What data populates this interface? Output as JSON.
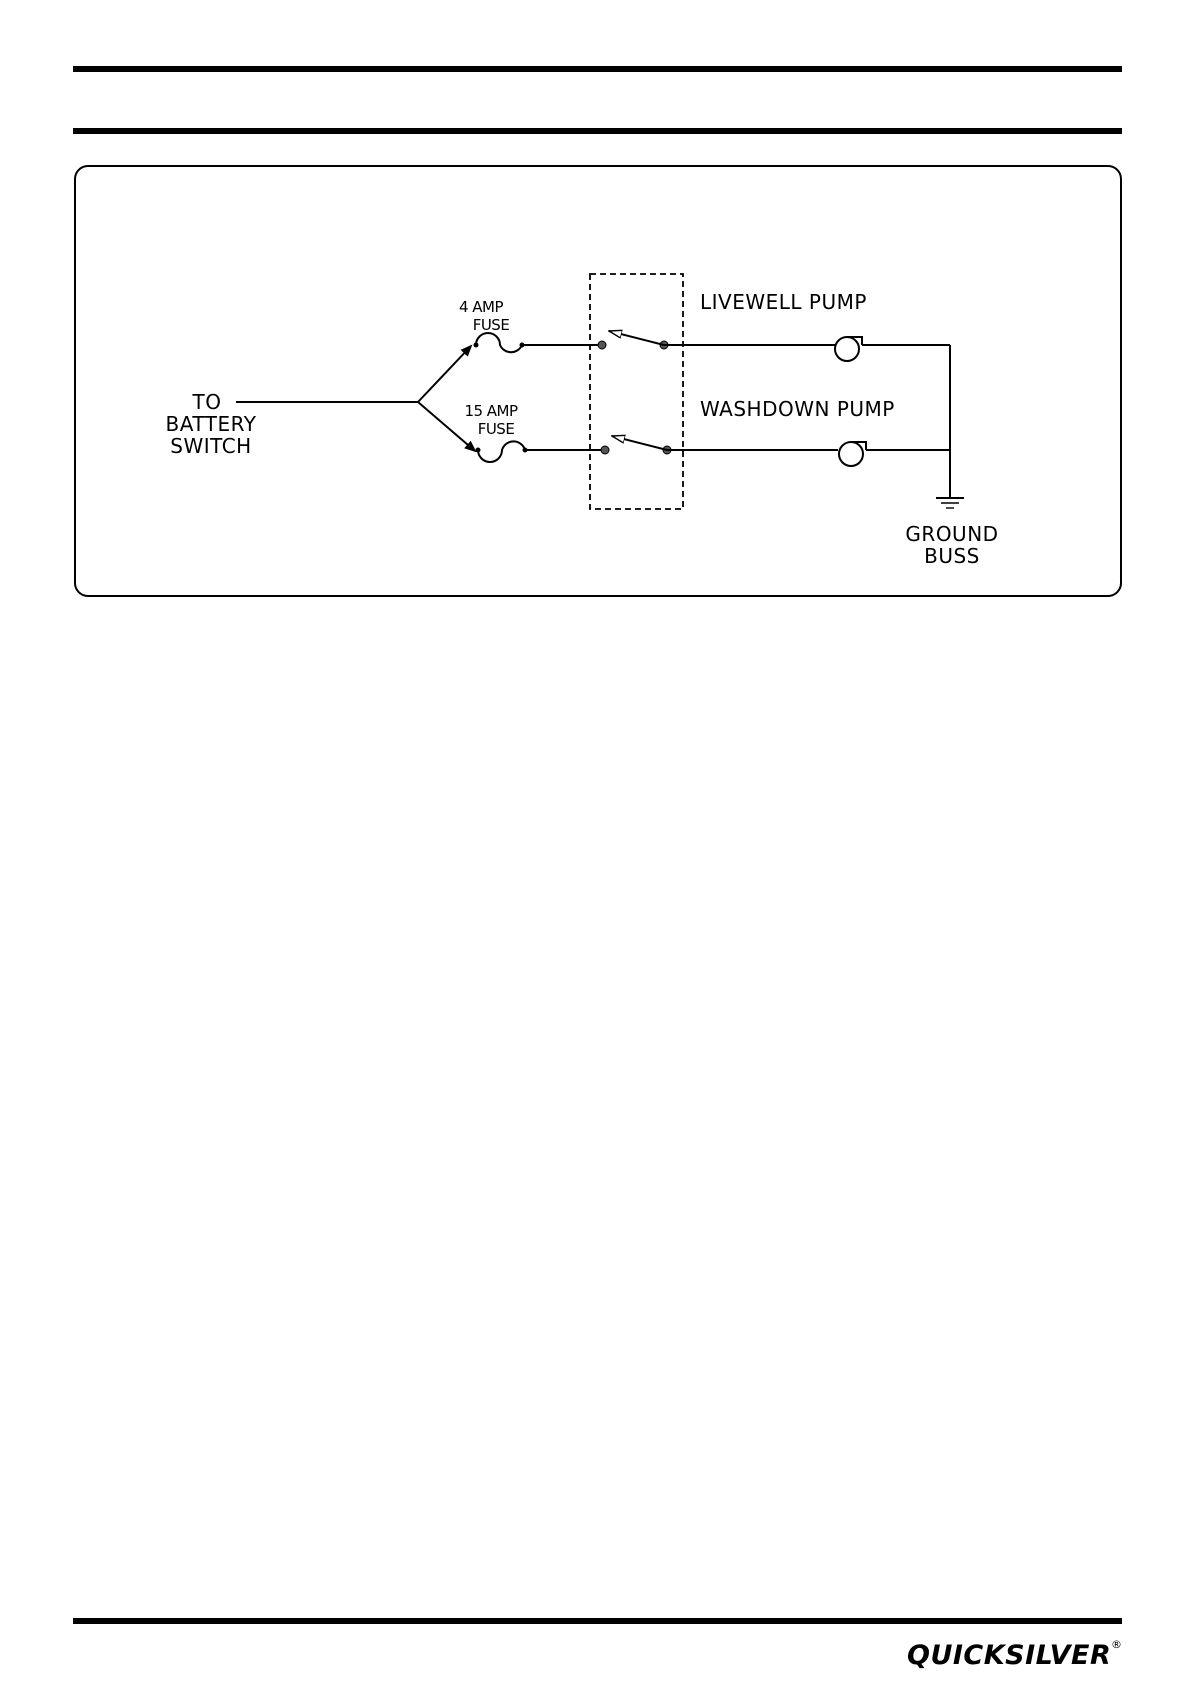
{
  "labels": {
    "to_battery_switch": [
      "TO",
      "BATTERY",
      "SWITCH"
    ],
    "fuse_4": [
      "4 AMP",
      "FUSE"
    ],
    "fuse_15": [
      "15 AMP",
      "FUSE"
    ],
    "livewell_pump": "LIVEWELL PUMP",
    "washdown_pump": "WASHDOWN PUMP",
    "ground_buss": [
      "GROUND",
      "BUSS"
    ]
  },
  "footer": {
    "brand": "QUICKSILVER",
    "registered": "®"
  }
}
